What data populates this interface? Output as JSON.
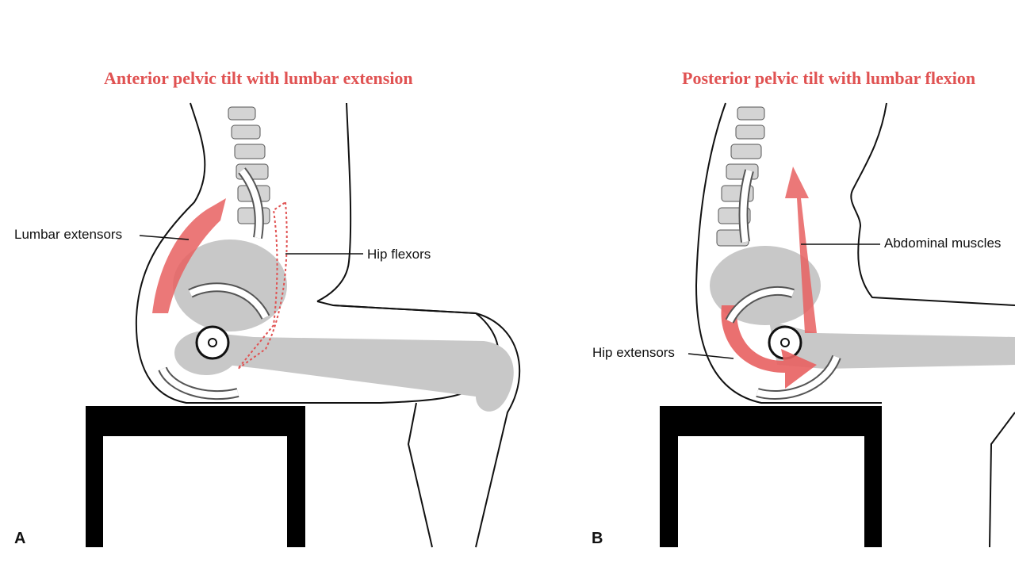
{
  "panel_a": {
    "title": "Anterior pelvic tilt with lumbar extension",
    "letter": "A",
    "labels": {
      "lumbar_extensors": "Lumbar extensors",
      "hip_flexors": "Hip flexors"
    }
  },
  "panel_b": {
    "title": "Posterior pelvic tilt with lumbar flexion",
    "letter": "B",
    "labels": {
      "abdominal_muscles": "Abdominal muscles",
      "hip_extensors": "Hip extensors"
    }
  },
  "colors": {
    "accent": "#e05252",
    "muscle": "#e86060",
    "bone": "#c8c8c8",
    "stool": "#000000",
    "outline": "#111111"
  }
}
